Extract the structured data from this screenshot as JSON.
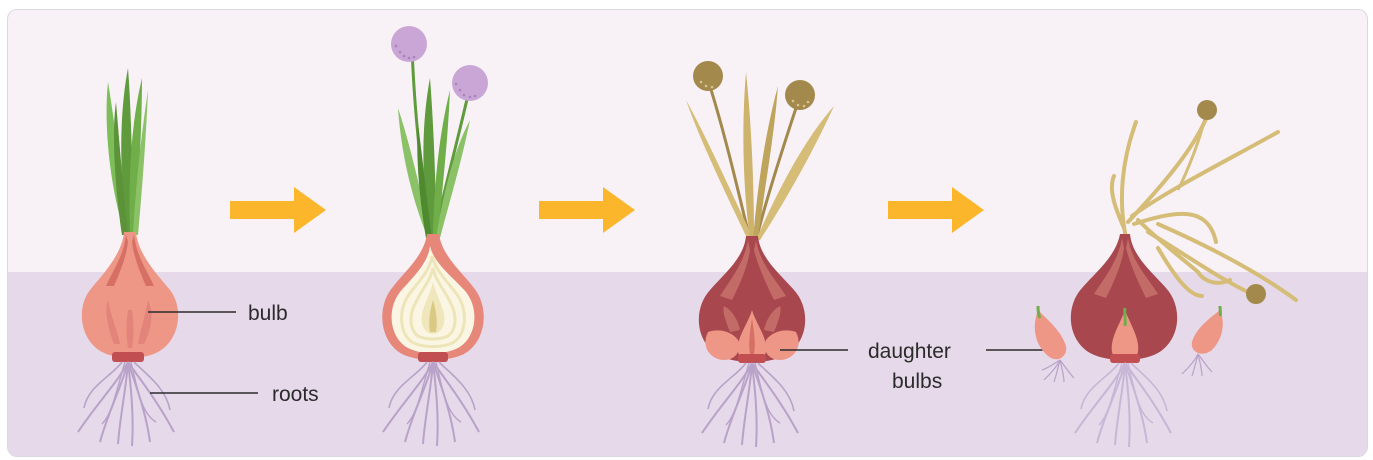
{
  "labels": {
    "bulb": "bulb",
    "roots": "roots",
    "daughter_line1": "daughter",
    "daughter_line2": "bulbs"
  },
  "colors": {
    "sky": "#f8f2f7",
    "soil": "#e6d9ea",
    "arrow": "#fbb62b",
    "leaf_green": "#5f9a3c",
    "leaf_light": "#8cc267",
    "bulb_pink": "#ee9787",
    "bulb_dark": "#9f4a4f",
    "flower_purple": "#c9a6d6",
    "seedhead_brown": "#a3894c",
    "dry_leaf": "#d5bd78",
    "root": "#b9a2c8"
  }
}
